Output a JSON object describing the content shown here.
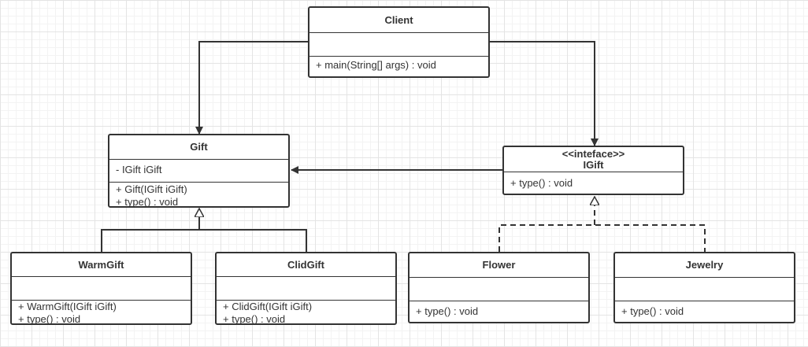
{
  "classes": {
    "client": {
      "name": "Client",
      "attributes": [],
      "methods": [
        "+ main(String[] args) : void"
      ]
    },
    "gift": {
      "name": "Gift",
      "attributes": [
        "- IGift iGift"
      ],
      "methods": [
        "+ Gift(IGift iGift)",
        "+ type() : void"
      ]
    },
    "igift": {
      "stereotype": "<<inteface>>",
      "name": "IGift",
      "methods": [
        "+ type() : void"
      ]
    },
    "warmgift": {
      "name": "WarmGift",
      "attributes": [],
      "methods": [
        "+ WarmGift(IGift iGift)",
        "+ type() : void"
      ]
    },
    "clidgift": {
      "name": "ClidGift",
      "attributes": [],
      "methods": [
        "+ ClidGift(IGift iGift)",
        "+ type() : void"
      ]
    },
    "flower": {
      "name": "Flower",
      "attributes": [],
      "methods": [
        "+ type() : void"
      ]
    },
    "jewelry": {
      "name": "Jewelry",
      "attributes": [],
      "methods": [
        "+ type() : void"
      ]
    }
  },
  "colors": {
    "line": "#333333",
    "grid": "#e4e4e4",
    "background": "#ffffff"
  }
}
